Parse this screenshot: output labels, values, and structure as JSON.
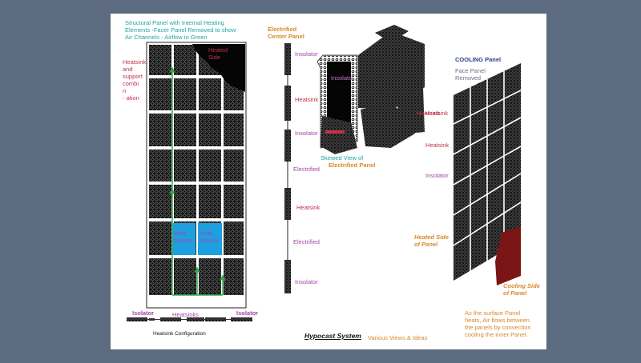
{
  "labels": {
    "structural_title": "Structural Panel with Internal Heating\nElements  -Facer Panel Removed to show\nAir Channels  - Airflow in Green",
    "heatsink_support": "Heatsink\nand\nsupport\ncombi\nn\n- ation",
    "heated_side": "Heated\nSide",
    "heat_source_1": "Heat\nSource",
    "heat_source_2": "Heat\nSource",
    "isolator_left": "Isolator",
    "heatsinks": "Heatsinks",
    "isolator_right": "Isolator",
    "heatsink_config": "Heatsink Configuration",
    "electrified_center_panel": "Electrified\nCenter Panel",
    "insolator_1": "Insolator",
    "heatsink_1": "Heatsink",
    "insolator_2": "Insolator",
    "electrified_1": "Electrified",
    "heatsink_2": "Heatsink",
    "electrified_2": "Electrified",
    "insolator_3": "Insolator",
    "skew_insolator": "Insolator",
    "skew_heatsink": "Heatsink",
    "skewed_view_1": "Skewed View of",
    "skewed_view_2": "Electrified Panel",
    "cooling_panel": "COOLING Panel",
    "face_panel_removed": "Face Panel\nRemoved",
    "cool_heatsink_1": "Heatsink",
    "cool_heatsink_2": "Heatsink",
    "cool_insolator": "Insolator",
    "heated_side_of_panel": "Heated Side\nof Panel",
    "cooling_side_of_panel": "Cooling Side\nof Panel",
    "surface_note": "As the surface Panel\nheats, Air flows between\nthe panels by convection\ncooling the inner Panel.",
    "hypocast_system": "Hypocast System",
    "various_views": "Various Views & Ideas"
  },
  "colors": {
    "background": "#5d6b80",
    "sheet": "#ffffff",
    "airflow": "#2ea84a",
    "heat_source": "#1ea0e0",
    "cooling_side": "#7a1515",
    "hex_fill": "#141414"
  }
}
